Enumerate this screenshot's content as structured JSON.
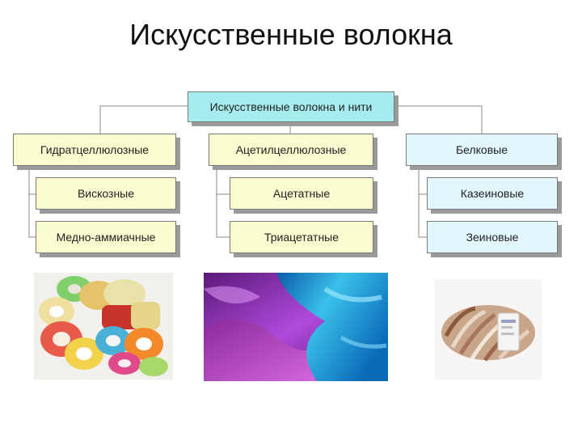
{
  "title": "Искусственные волокна",
  "root": {
    "label": "Искусственные волокна и нити"
  },
  "groups": [
    {
      "label": "Гидратцеллюлозные",
      "items": [
        "Вискозные",
        "Медно-аммиачные"
      ]
    },
    {
      "label": "Ацетилцеллюлозные",
      "items": [
        "Ацетатные",
        "Триацетатные"
      ]
    },
    {
      "label": "Белковые",
      "items": [
        "Казеиновые",
        "Зеиновые"
      ]
    }
  ],
  "colors": {
    "root": "#a6ecef",
    "group_left_mid": "#fbfbd0",
    "group_right": "#e1f7fb"
  },
  "images": [
    "ribbons-photo",
    "satin-fabric-photo",
    "yarn-skein-photo"
  ]
}
